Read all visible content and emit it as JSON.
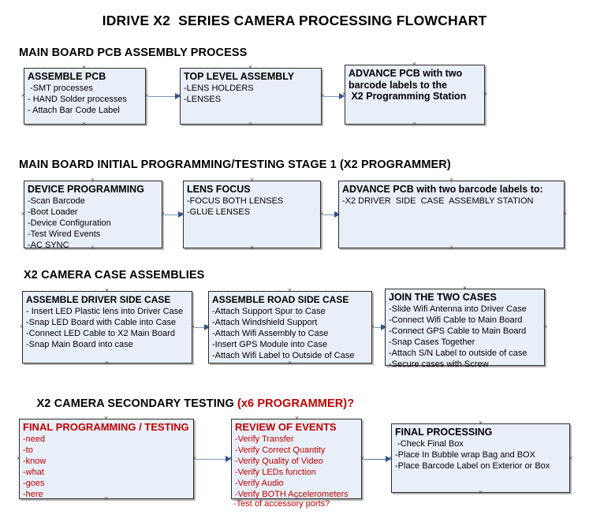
{
  "document": {
    "title": "IDRIVE X2  SERIES CAMERA PROCESSING FLOWCHART"
  },
  "colors": {
    "box_fill": "#e9eff8",
    "box_border": "#2b2b2b",
    "connector": "#7b93b5",
    "arrow": "#2f5496",
    "text": "#000000",
    "accent_red": "#c00000"
  },
  "sections": [
    {
      "id": "main-board-pcb-assembly",
      "title": "MAIN BOARD PCB ASSEMBLY PROCESS",
      "title_accent": "",
      "boxes": [
        {
          "id": "assemble-pcb",
          "heading": "ASSEMBLE PCB",
          "lines": [
            " -SMT processes",
            "- HAND Solder processes",
            "- Attach Bar Code Label"
          ]
        },
        {
          "id": "top-level-assembly",
          "heading": "TOP LEVEL ASSEMBLY",
          "lines": [
            "-LENS HOLDERS",
            "-LENSES"
          ]
        },
        {
          "id": "advance-pcb-programming-station",
          "heading": "ADVANCE PCB with two",
          "lines": [
            "barcode labels to the",
            " X2 Programming Station"
          ]
        }
      ]
    },
    {
      "id": "main-board-initial-programming",
      "title": "MAIN BOARD INITIAL PROGRAMMING/TESTING STAGE 1 (X2 PROGRAMMER)",
      "title_accent": "",
      "boxes": [
        {
          "id": "device-programming",
          "heading": "DEVICE PROGRAMMING",
          "lines": [
            "-Scan Barcode",
            "-Boot Loader",
            "-Device Configuration",
            "-Test Wired Events",
            "-AC SYNC"
          ]
        },
        {
          "id": "lens-focus",
          "heading": "LENS FOCUS",
          "lines": [
            "-FOCUS BOTH LENSES",
            "-GLUE LENSES"
          ]
        },
        {
          "id": "advance-pcb-driver-side-case",
          "heading": "ADVANCE PCB with two barcode labels to:",
          "lines": [
            "-X2 DRIVER  SIDE  CASE  ASSEMBLY STATION"
          ]
        }
      ]
    },
    {
      "id": "x2-camera-case-assemblies",
      "title": "X2 CAMERA CASE ASSEMBLIES",
      "title_accent": "",
      "boxes": [
        {
          "id": "assemble-driver-side-case",
          "heading": "ASSEMBLE DRIVER SIDE CASE",
          "lines": [
            "- Insert LED Plastic lens into Driver Case",
            "-Snap LED Board with Cable into Case",
            "-Connect LED Cable to X2 Main Board",
            "-Snap Main Board into case"
          ]
        },
        {
          "id": "assemble-road-side-case",
          "heading": "ASSEMBLE ROAD SIDE CASE",
          "lines": [
            "-Attach Support Spur to Case",
            "-Attach Windshield Support",
            "-Attach Wifi Assembly to Case",
            "-Insert GPS Module into Case",
            "-Attach Wifi Label to Outside of Case"
          ]
        },
        {
          "id": "join-the-two-cases",
          "heading": "JOIN THE TWO CASES",
          "lines": [
            "-Slide Wifi Antenna into Driver Case",
            "-Connect Wifi Cable to Main Board",
            "-Connect GPS Cable to Main Board",
            "-Snap Cases Together",
            "-Attach S/N Label to outside of case",
            "-Secure cases with Screw"
          ]
        }
      ]
    },
    {
      "id": "x2-camera-secondary-testing",
      "title": "X2 CAMERA SECONDARY TESTING ",
      "title_accent": "(x6 PROGRAMMER)?",
      "boxes": [
        {
          "id": "final-programming-testing",
          "heading": "FINAL PROGRAMMING / TESTING",
          "lines": [
            "-need",
            "-to",
            "-know",
            "-what",
            "-goes",
            "-here"
          ]
        },
        {
          "id": "review-of-events",
          "heading": "REVIEW OF EVENTS",
          "lines": [
            "-Verify Transfer",
            "-Verify Correct Quantity",
            "-Verify Quality of Video",
            "-Verify LEDs function",
            "-Verify Audio",
            "-Verify BOTH Accelerometers"
          ],
          "overflow_line": "-Test of accessory ports?"
        },
        {
          "id": "final-processing",
          "heading": "FINAL PROCESSING",
          "lines": [
            " -Check Final Box",
            "-Place In Bubble wrap Bag and BOX",
            "-Place Barcode Label on Exterior or Box"
          ]
        }
      ]
    }
  ]
}
